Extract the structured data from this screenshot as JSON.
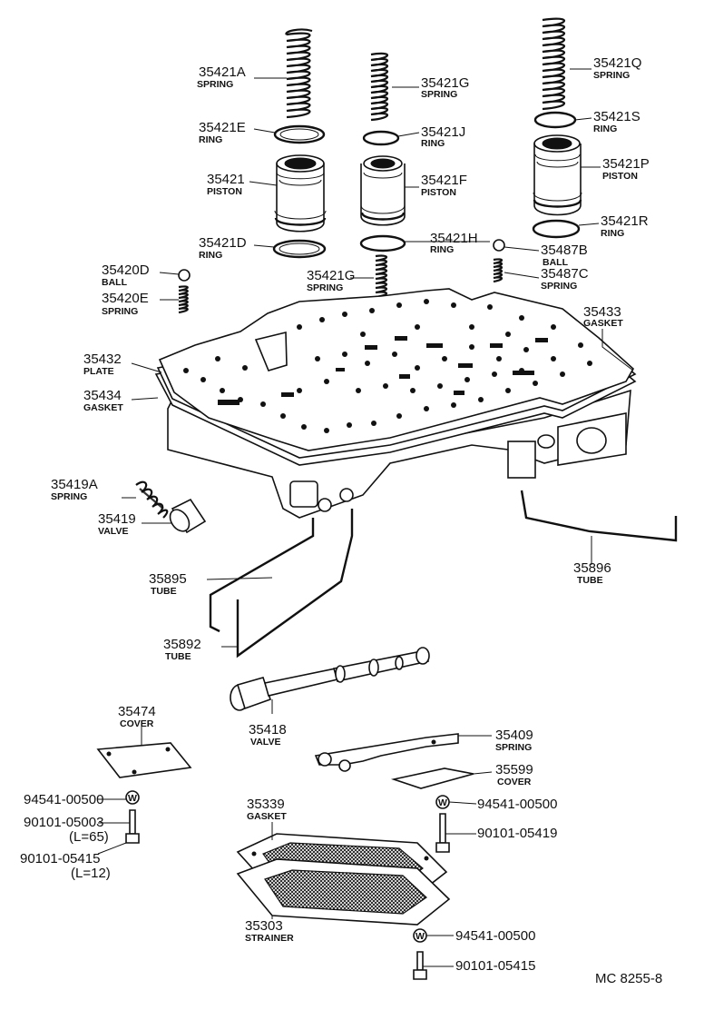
{
  "diagram_id": "MC 8255-8",
  "parts": {
    "p35421A": {
      "number": "35421A",
      "name": "SPRING"
    },
    "p35421G_top": {
      "number": "35421G",
      "name": "SPRING"
    },
    "p35421Q": {
      "number": "35421Q",
      "name": "SPRING"
    },
    "p35421E": {
      "number": "35421E",
      "name": "RING"
    },
    "p35421J": {
      "number": "35421J",
      "name": "RING"
    },
    "p35421S": {
      "number": "35421S",
      "name": "RING"
    },
    "p35421": {
      "number": "35421",
      "name": "PISTON"
    },
    "p35421F": {
      "number": "35421F",
      "name": "PISTON"
    },
    "p35421P": {
      "number": "35421P",
      "name": "PISTON"
    },
    "p35421D": {
      "number": "35421D",
      "name": "RING"
    },
    "p35421H": {
      "number": "35421H",
      "name": "RING"
    },
    "p35421R": {
      "number": "35421R",
      "name": "RING"
    },
    "p35487B": {
      "number": "35487B",
      "name": "BALL"
    },
    "p35420D": {
      "number": "35420D",
      "name": "BALL"
    },
    "p35420E": {
      "number": "35420E",
      "name": "SPRING"
    },
    "p35421G_low": {
      "number": "35421G",
      "name": "SPRING"
    },
    "p35487C": {
      "number": "35487C",
      "name": "SPRING"
    },
    "p35433": {
      "number": "35433",
      "name": "GASKET"
    },
    "p35432": {
      "number": "35432",
      "name": "PLATE"
    },
    "p35434": {
      "number": "35434",
      "name": "GASKET"
    },
    "p35419A": {
      "number": "35419A",
      "name": "SPRING"
    },
    "p35419": {
      "number": "35419",
      "name": "VALVE"
    },
    "p35896": {
      "number": "35896",
      "name": "TUBE"
    },
    "p35895": {
      "number": "35895",
      "name": "TUBE"
    },
    "p35892": {
      "number": "35892",
      "name": "TUBE"
    },
    "p35474": {
      "number": "35474",
      "name": "COVER"
    },
    "p35418": {
      "number": "35418",
      "name": "VALVE"
    },
    "p35409": {
      "number": "35409",
      "name": "SPRING"
    },
    "p35599": {
      "number": "35599",
      "name": "COVER"
    },
    "p35339": {
      "number": "35339",
      "name": "GASKET"
    },
    "p35303": {
      "number": "35303",
      "name": "STRAINER"
    }
  },
  "fasteners": {
    "w_left": "94541-00500",
    "bolt_left": "90101-05003",
    "bolt_left_len": "(L=65)",
    "bolt_left2": "90101-05415",
    "bolt_left2_len": "(L=12)",
    "w_right": "94541-00500",
    "bolt_right": "90101-05419",
    "w_bottom": "94541-00500",
    "bolt_bottom": "90101-05415"
  },
  "symbols": {
    "washer": "W"
  }
}
